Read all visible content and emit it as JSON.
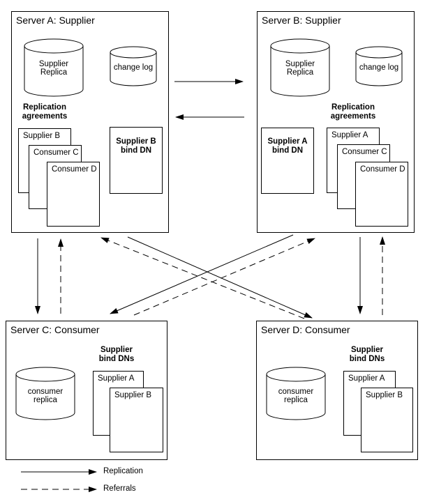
{
  "servers": {
    "a": {
      "title": "Server A: Supplier",
      "replica": [
        "Supplier",
        "Replica"
      ],
      "changelog": "change log",
      "agreements_heading": [
        "Replication",
        "agreements"
      ],
      "agreements": [
        "Supplier B",
        "Consumer C",
        "Consumer D"
      ],
      "bind_dn": [
        "Supplier B",
        "bind DN"
      ]
    },
    "b": {
      "title": "Server B: Supplier",
      "replica": [
        "Supplier",
        "Replica"
      ],
      "changelog": "change log",
      "agreements_heading": [
        "Replication",
        "agreements"
      ],
      "agreements": [
        "Supplier A",
        "Consumer C",
        "Consumer D"
      ],
      "bind_dn": [
        "Supplier A",
        "bind DN"
      ]
    },
    "c": {
      "title": "Server C: Consumer",
      "replica": [
        "consumer",
        "replica"
      ],
      "bind_heading": [
        "Supplier",
        "bind DNs"
      ],
      "bind_dns": [
        "Supplier A",
        "Supplier B"
      ]
    },
    "d": {
      "title": "Server D: Consumer",
      "replica": [
        "consumer",
        "replica"
      ],
      "bind_heading": [
        "Supplier",
        "bind DNs"
      ],
      "bind_dns": [
        "Supplier A",
        "Supplier B"
      ]
    }
  },
  "legend": {
    "replication": "Replication",
    "referrals": "Referrals"
  }
}
